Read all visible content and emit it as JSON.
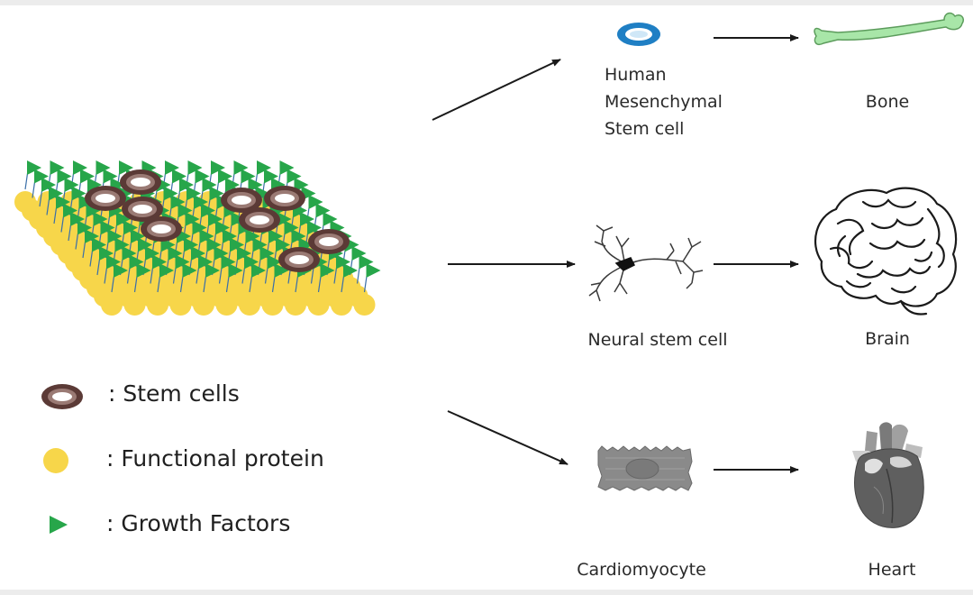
{
  "colors": {
    "stem_cell_outer": "#5b3a36",
    "stem_cell_ring": "#9a7a74",
    "protein": "#f7d64a",
    "growth_factor": "#27a64a",
    "msc_outer": "#1f7fc4",
    "bone": "#a8e6a8",
    "arrow": "#1a1a1a"
  },
  "labels": {
    "msc": [
      "Human",
      "Mesenchymal",
      "Stem cell"
    ],
    "bone": "Bone",
    "neural": "Neural stem cell",
    "brain": "Brain",
    "cardio": "Cardiomyocyte",
    "heart": "Heart"
  },
  "legend": {
    "stem_cells": ": Stem cells",
    "protein": ": Functional protein",
    "growth": ": Growth Factors"
  }
}
